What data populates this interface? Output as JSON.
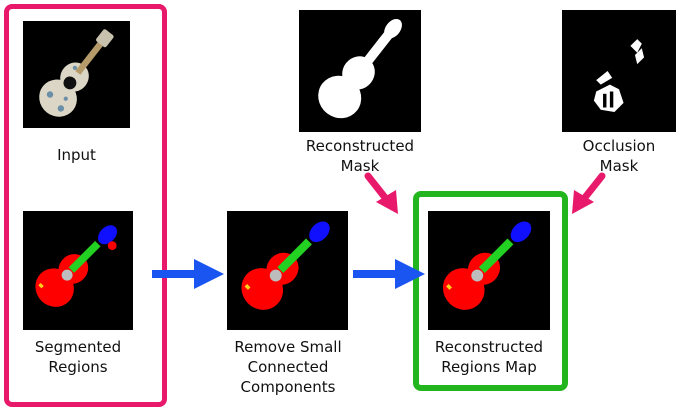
{
  "colors": {
    "input_frame": "#e8196b",
    "output_frame": "#22b51e",
    "flow_arrow": "#1a55f2",
    "mask_arrow": "#e8196b",
    "region_body": "#ff0000",
    "region_neck": "#22d122",
    "region_head": "#1010ff",
    "region_hole": "#bdbdbd",
    "region_bridge": "#ffd21a",
    "background": "#000000"
  },
  "labels": {
    "input": "Input",
    "segmented_line1": "Segmented",
    "segmented_line2": "Regions",
    "remove_line1": "Remove Small",
    "remove_line2": "Connected",
    "remove_line3": "Components",
    "recon_mask_line1": "Reconstructed",
    "recon_mask_line2": "Mask",
    "occlusion_line1": "Occlusion",
    "occlusion_line2": "Mask",
    "recon_regions_line1": "Reconstructed",
    "recon_regions_line2": "Regions Map"
  }
}
